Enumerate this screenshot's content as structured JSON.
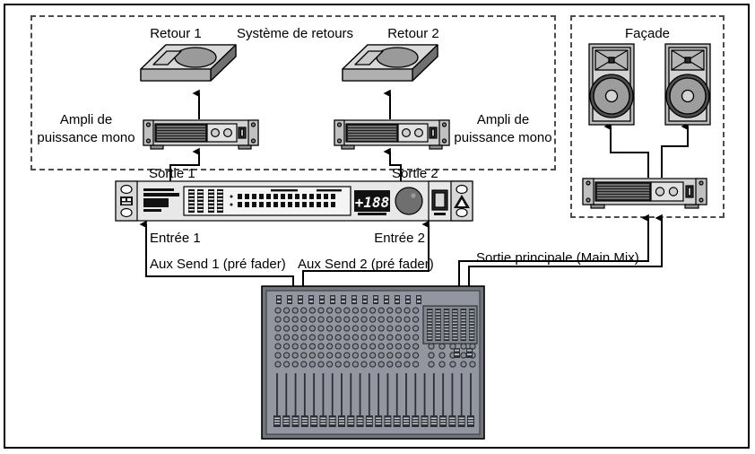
{
  "diagram": {
    "title_visible": false,
    "language": "fr",
    "zones": [
      {
        "id": "monitor-zone",
        "label": "Système de retours",
        "style": "dashed"
      },
      {
        "id": "facade-zone",
        "label": "Façade",
        "style": "dashed"
      }
    ]
  },
  "labels": {
    "retour_1": "Retour 1",
    "systeme_de_retours": "Système de retours",
    "retour_2": "Retour 2",
    "facade": "Façade",
    "ampli_line1_left": "Ampli de",
    "ampli_line2_left": "puissance mono",
    "ampli_line1_right": "Ampli de",
    "ampli_line2_right": "puissance mono",
    "sortie_1": "Sortie 1",
    "sortie_2": "Sortie 2",
    "entree_1": "Entrée 1",
    "entree_2": "Entrée 2",
    "aux_send_1": "Aux Send 1 (pré fader)",
    "aux_send_2": "Aux Send 2 (pré fader)",
    "sortie_principale": "Sortie principale (Main Mix)"
  },
  "devices": {
    "monitor_wedge_1": {
      "name": "Retour 1",
      "type": "stage-monitor-wedge"
    },
    "monitor_wedge_2": {
      "name": "Retour 2",
      "type": "stage-monitor-wedge"
    },
    "power_amp_mono_1": {
      "type": "rack-power-amplifier",
      "knobs": 2,
      "rack_units": 1
    },
    "power_amp_mono_2": {
      "type": "rack-power-amplifier",
      "knobs": 2,
      "rack_units": 1
    },
    "power_amp_stereo": {
      "type": "rack-power-amplifier",
      "knobs": 2,
      "rack_units": 1
    },
    "feedback_processor": {
      "type": "rack-feedback-destroyer",
      "display_value": "+188",
      "faders": 4,
      "led_rows": 2,
      "led_per_row": 14,
      "buttons_grid": "5x2",
      "rack_units": 1
    },
    "mixing_console": {
      "type": "analog-mixing-console",
      "channel_strips": 22,
      "knob_rows": 7,
      "eq_columns": 6,
      "faders": 22
    },
    "speaker_left": {
      "type": "pa-speaker-cabinet",
      "components": [
        "horn-tweeter",
        "woofer"
      ]
    },
    "speaker_right": {
      "type": "pa-speaker-cabinet",
      "components": [
        "horn-tweeter",
        "woofer"
      ]
    }
  },
  "colors": {
    "line": "#000000",
    "dash": "#4d4d4d",
    "panel_light": "#d6d6d6",
    "panel_mid": "#a8a8a8",
    "panel_dark": "#7a7a7a",
    "panel_darker": "#5a5a5a",
    "grille_black": "#1a1a1a",
    "console_body": "#8e9199",
    "console_edge": "#6e7178"
  },
  "connections": [
    {
      "from": "power_amp_mono_1",
      "to": "monitor_wedge_1"
    },
    {
      "from": "power_amp_mono_2",
      "to": "monitor_wedge_2"
    },
    {
      "from": "feedback_processor.sortie_1",
      "to": "power_amp_mono_1"
    },
    {
      "from": "feedback_processor.sortie_2",
      "to": "power_amp_mono_2"
    },
    {
      "from": "mixing_console.aux_send_1",
      "to": "feedback_processor.entree_1"
    },
    {
      "from": "mixing_console.aux_send_2",
      "to": "feedback_processor.entree_2"
    },
    {
      "from": "mixing_console.main_mix",
      "to": "power_amp_stereo"
    },
    {
      "from": "power_amp_stereo",
      "to": "speaker_left"
    },
    {
      "from": "power_amp_stereo",
      "to": "speaker_right"
    }
  ]
}
